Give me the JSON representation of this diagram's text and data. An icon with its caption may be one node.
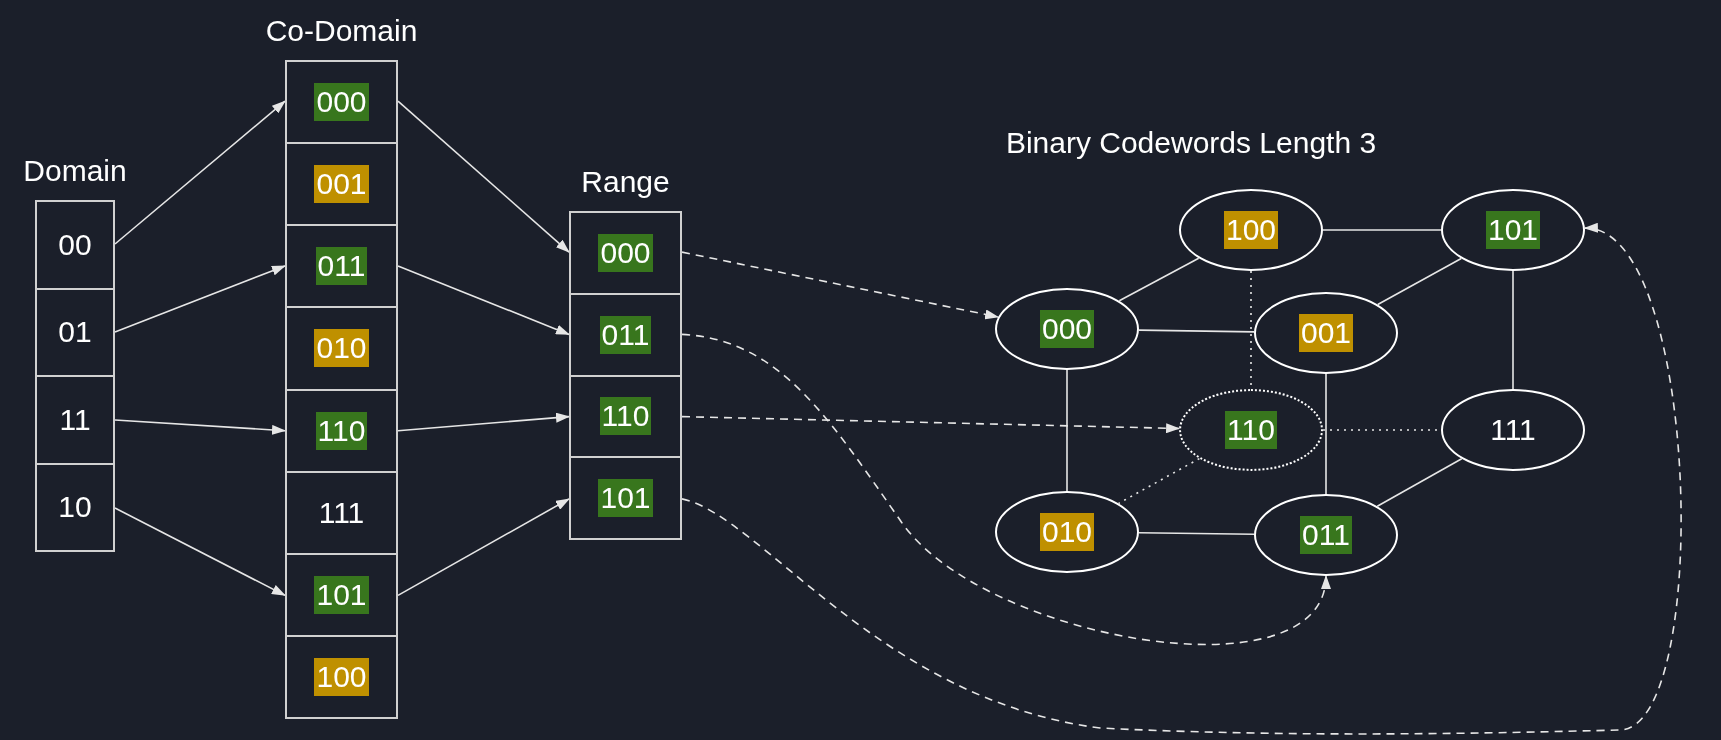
{
  "diagram": {
    "nodes": [
      {
        "text": [
          "Domain"
        ]
      },
      {
        "text": [
          "00"
        ],
        "in": 0
      },
      {
        "text": [
          "01"
        ],
        "in": 0
      },
      {
        "text": [
          "11"
        ],
        "in": 0
      },
      {
        "text": [
          "10"
        ],
        "in": 0
      },
      {
        "text": [
          "Co-Domain"
        ]
      },
      {
        "text": [
          "000"
        ],
        "in": 5
      },
      {
        "text": [
          "001"
        ],
        "in": 5
      },
      {
        "text": [
          "011"
        ],
        "in": 5
      },
      {
        "text": [
          "010"
        ],
        "in": 5
      },
      {
        "text": [
          "110"
        ],
        "in": 5
      },
      {
        "text": [
          "111"
        ],
        "in": 5
      },
      {
        "text": [
          "101"
        ],
        "in": 5
      },
      {
        "text": [
          "100"
        ],
        "in": 5
      },
      {
        "text": [
          "Range"
        ]
      },
      {
        "text": [
          "000"
        ],
        "in": 14
      },
      {
        "text": [
          "011"
        ],
        "in": 14
      },
      {
        "text": [
          "110"
        ],
        "in": 14
      },
      {
        "text": [
          "101"
        ],
        "in": 14
      },
      {
        "text": [
          "100"
        ]
      },
      {
        "text": [
          "101"
        ]
      },
      {
        "text": [
          "000"
        ]
      },
      {
        "text": [
          "001"
        ]
      },
      {
        "text": [
          "110"
        ]
      },
      {
        "text": [
          "111"
        ]
      },
      {
        "text": [
          "010"
        ]
      },
      {
        "text": [
          "011"
        ]
      }
    ],
    "edges": [
      {
        "from": 1,
        "to": 6,
        "arrow": "to"
      },
      {
        "from": 2,
        "to": 8,
        "arrow": "to"
      },
      {
        "from": 3,
        "to": 10,
        "arrow": "to"
      },
      {
        "from": 4,
        "to": 12,
        "arrow": "to"
      },
      {
        "from": 6,
        "to": 15,
        "arrow": "to"
      },
      {
        "from": 8,
        "to": 16,
        "arrow": "to"
      },
      {
        "from": 10,
        "to": 17,
        "arrow": "to"
      },
      {
        "from": 12,
        "to": 18,
        "arrow": "to"
      },
      {
        "from": 15,
        "to": 21,
        "arrow": "to",
        "style": "dashed"
      },
      {
        "from": 16,
        "to": 26,
        "arrow": "to",
        "style": "dashed"
      },
      {
        "from": 17,
        "to": 23,
        "arrow": "to",
        "style": "dashed"
      },
      {
        "from": 18,
        "to": 20,
        "arrow": "to",
        "style": "dashed"
      },
      {
        "from": 19,
        "to": 20,
        "arrow": "none"
      },
      {
        "from": 19,
        "to": 21,
        "arrow": "none"
      },
      {
        "from": 20,
        "to": 22,
        "arrow": "none"
      },
      {
        "from": 21,
        "to": 22,
        "arrow": "none"
      },
      {
        "from": 21,
        "to": 25,
        "arrow": "none"
      },
      {
        "from": 22,
        "to": 26,
        "arrow": "none"
      },
      {
        "from": 20,
        "to": 24,
        "arrow": "none"
      },
      {
        "from": 24,
        "to": 26,
        "arrow": "none"
      },
      {
        "from": 25,
        "to": 26,
        "arrow": "none"
      },
      {
        "from": 19,
        "to": 23,
        "arrow": "none",
        "style": "dashed"
      },
      {
        "from": 23,
        "to": 25,
        "arrow": "none",
        "style": "dashed"
      },
      {
        "from": 23,
        "to": 24,
        "arrow": "none",
        "style": "dashed"
      }
    ],
    "labels": [
      "Binary Codewords Length 3"
    ]
  }
}
